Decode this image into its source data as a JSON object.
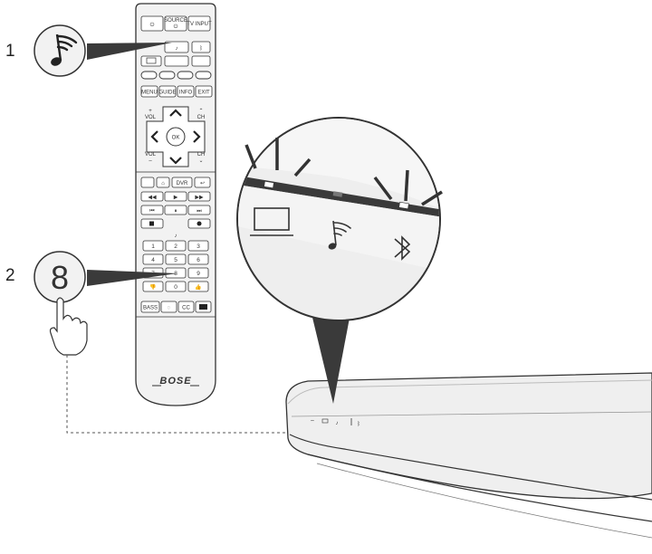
{
  "steps": [
    {
      "number": "1",
      "icon": "music-note-wifi-icon"
    },
    {
      "number": "2",
      "key": "8",
      "icon": "pointing-hand-icon"
    }
  ],
  "remote": {
    "brand": "BOSE",
    "top_row": [
      "power",
      "SOURCE",
      "TV INPUT"
    ],
    "source_row": [
      "tv-icon",
      "music-wifi-icon",
      "bluetooth-icon"
    ],
    "menu_row": [
      "MENU",
      "GUIDE",
      "INFO",
      "EXIT"
    ],
    "vol_label": "VOL",
    "ch_label": "CH",
    "ok_label": "OK",
    "dvr_label": "DVR",
    "numpad": [
      "1",
      "2",
      "3",
      "4",
      "5",
      "6",
      "7",
      "8",
      "9",
      "0"
    ],
    "bottom_row": [
      "BASS",
      "CC"
    ]
  },
  "soundbar": {
    "indicators": [
      "tv-icon",
      "music-wifi-icon",
      "bluetooth-icon"
    ]
  },
  "colors": {
    "outline": "#333333",
    "remote_fill": "#f2f2f2",
    "soundbar_fill": "#e9e9e9",
    "light_bar": "#3a3a3a"
  }
}
